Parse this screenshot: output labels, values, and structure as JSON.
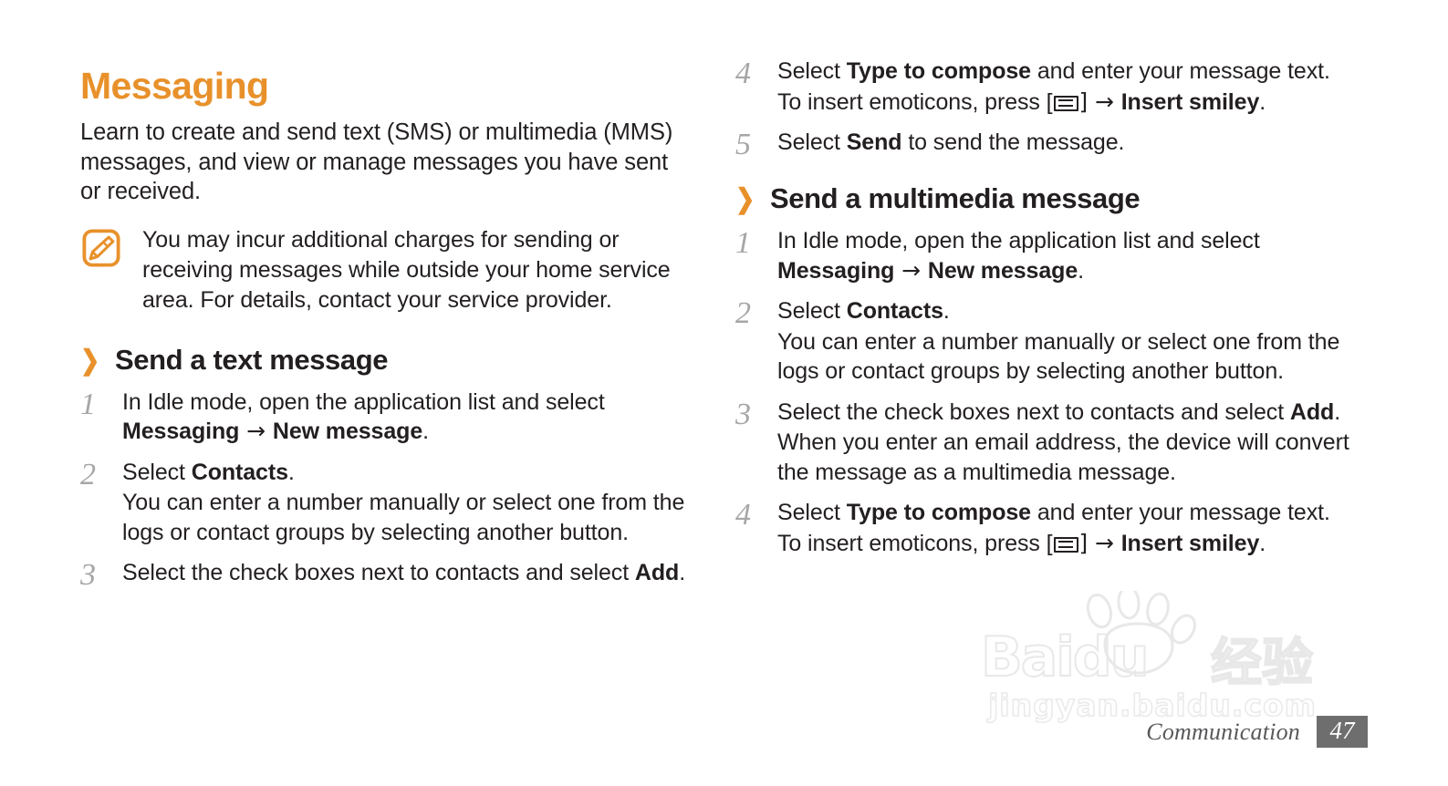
{
  "document": {
    "chapter_title": "Messaging",
    "intro_paragraph": "Learn to create and send text (SMS) or multimedia (MMS) messages, and view or manage messages you have sent or received.",
    "note": {
      "icon": "note-pencil-icon",
      "text": "You may incur additional charges for sending or receiving messages while outside your home service area. For details, contact your service provider."
    }
  },
  "sections": {
    "text_message": {
      "bullet": "chevron-right-icon",
      "heading": "Send a text message",
      "steps": [
        {
          "number": "1",
          "lead": "In Idle mode, open the application list and select ",
          "bold_1": "Messaging",
          "arrow": " → ",
          "bold_2": "New message",
          "tail": "."
        },
        {
          "number": "2",
          "lead": "Select ",
          "bold_1": "Contacts",
          "tail": ".",
          "sub": "You can enter a number manually or select one from the logs or contact groups by selecting another button."
        },
        {
          "number": "3",
          "lead": "Select the check boxes next to contacts and select ",
          "bold_1": "Add",
          "tail": "."
        }
      ]
    },
    "text_message_continued": {
      "steps": [
        {
          "number": "4",
          "lead": "Select ",
          "bold_1": "Type to compose",
          "mid": " and enter your message text.",
          "sub_lead": "To insert emoticons, press [",
          "sub_icon": "menu-key-icon",
          "sub_mid": "] → ",
          "sub_bold": "Insert smiley",
          "sub_tail": "."
        },
        {
          "number": "5",
          "lead": "Select ",
          "bold_1": "Send",
          "mid": " to send the message."
        }
      ]
    },
    "multimedia_message": {
      "bullet": "chevron-right-icon",
      "heading": "Send a multimedia message",
      "steps": [
        {
          "number": "1",
          "lead": "In Idle mode, open the application list and select ",
          "bold_1": "Messaging",
          "arrow": " → ",
          "bold_2": "New message",
          "tail": "."
        },
        {
          "number": "2",
          "lead": "Select ",
          "bold_1": "Contacts",
          "tail": ".",
          "sub": "You can enter a number manually or select one from the logs or contact groups by selecting another button."
        },
        {
          "number": "3",
          "lead": "Select the check boxes next to contacts and select ",
          "bold_1": "Add",
          "tail": ".",
          "sub": "When you enter an email address, the device will convert the message as a multimedia message."
        },
        {
          "number": "4",
          "lead": "Select ",
          "bold_1": "Type to compose",
          "mid": " and enter your message text.",
          "sub_lead": "To insert emoticons, press [",
          "sub_icon": "menu-key-icon",
          "sub_mid": "] → ",
          "sub_bold": "Insert smiley",
          "sub_tail": "."
        }
      ]
    }
  },
  "footer": {
    "label": "Communication",
    "page_number": "47"
  },
  "watermark": {
    "brand": "Baidu",
    "brand_cn": "经验",
    "url": "jingyan.baidu.com",
    "logo": "paw-print-icon"
  },
  "colors": {
    "accent_orange": "#e8912b",
    "body_text": "#231f20",
    "step_number_gray": "#a6a6a6",
    "footer_box_gray": "#6e6e6e",
    "page_background": "#ffffff"
  }
}
